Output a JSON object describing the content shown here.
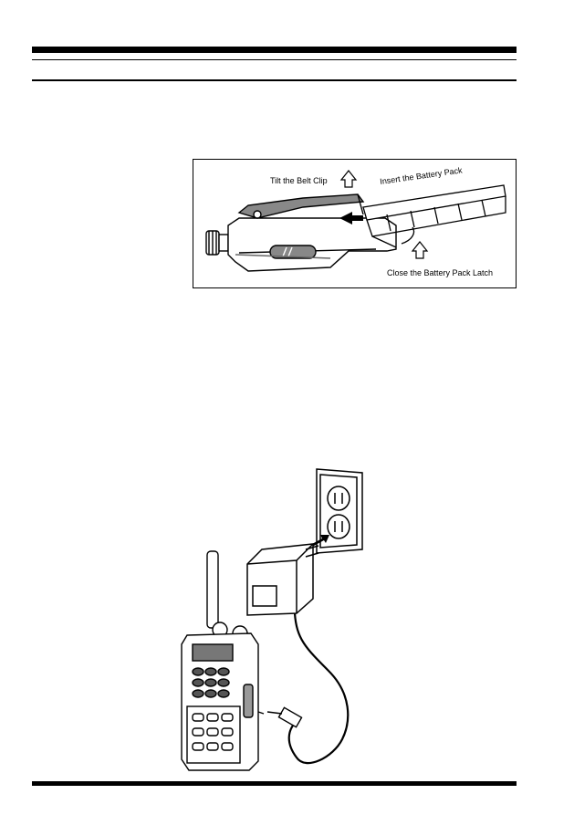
{
  "figure_battery": {
    "tilt_label": "Tilt the Belt Clip",
    "insert_label": "Insert the Battery Pack",
    "latch_label": "Close the Battery Pack Latch"
  },
  "icons": {
    "arrow_up": "outline-up-arrow-icon",
    "arrow_left": "solid-left-arrow-icon"
  }
}
